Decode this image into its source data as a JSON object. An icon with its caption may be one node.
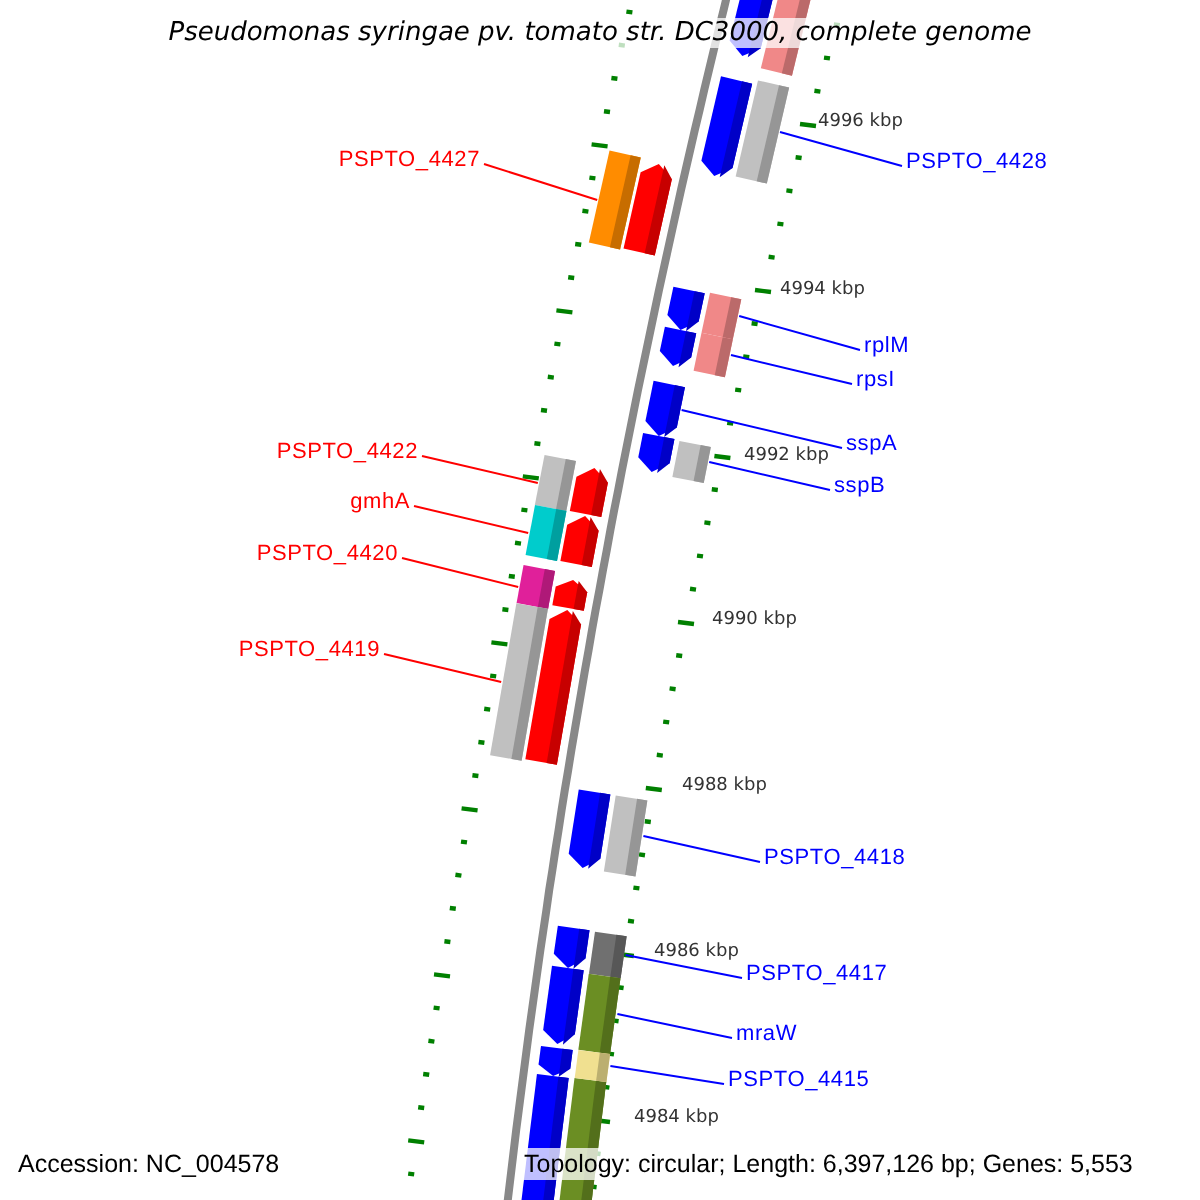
{
  "diagram": {
    "title": "Pseudomonas syringae pv. tomato str. DC3000, complete genome",
    "nodes": [
      {
        "text": [
          "PSPTO_4427"
        ]
      },
      {
        "text": [],
        "shape": "box"
      },
      {
        "text": [
          "PSPTO_4428"
        ]
      },
      {
        "text": [],
        "shape": "box"
      },
      {
        "text": [
          "rplM"
        ]
      },
      {
        "text": [],
        "shape": "box"
      },
      {
        "text": [
          "rpsI"
        ]
      },
      {
        "text": [],
        "shape": "box"
      },
      {
        "text": [
          "sspA"
        ]
      },
      {
        "text": [],
        "shape": "arrow"
      },
      {
        "text": [
          "sspB"
        ]
      },
      {
        "text": [],
        "shape": "box"
      },
      {
        "text": [
          "PSPTO_4422"
        ]
      },
      {
        "text": [],
        "shape": "box"
      },
      {
        "text": [
          "gmhA"
        ]
      },
      {
        "text": [],
        "shape": "box"
      },
      {
        "text": [
          "PSPTO_4420"
        ]
      },
      {
        "text": [],
        "shape": "box"
      },
      {
        "text": [
          "PSPTO_4419"
        ]
      },
      {
        "text": [],
        "shape": "box"
      },
      {
        "text": [
          "PSPTO_4418"
        ]
      },
      {
        "text": [],
        "shape": "box"
      },
      {
        "text": [
          "PSPTO_4417"
        ]
      },
      {
        "text": [],
        "shape": "box"
      },
      {
        "text": [
          "mraW"
        ]
      },
      {
        "text": [],
        "shape": "box"
      },
      {
        "text": [
          "PSPTO_4415"
        ]
      },
      {
        "text": [],
        "shape": "box"
      }
    ],
    "edges": [
      {
        "from": 0,
        "to": 1,
        "arrow": "none",
        "color": "#ff0000"
      },
      {
        "from": 2,
        "to": 3,
        "arrow": "none"
      },
      {
        "from": 4,
        "to": 5,
        "arrow": "none"
      },
      {
        "from": 6,
        "to": 7,
        "arrow": "none"
      },
      {
        "from": 8,
        "to": 9,
        "arrow": "none"
      },
      {
        "from": 10,
        "to": 11,
        "arrow": "none"
      },
      {
        "from": 12,
        "to": 13,
        "arrow": "none",
        "color": "#ff0000"
      },
      {
        "from": 14,
        "to": 15,
        "arrow": "none",
        "color": "#ff0000"
      },
      {
        "from": 16,
        "to": 17,
        "arrow": "none",
        "color": "#ff0000"
      },
      {
        "from": 18,
        "to": 19,
        "arrow": "none",
        "color": "#ff0000"
      },
      {
        "from": 20,
        "to": 21,
        "arrow": "none"
      },
      {
        "from": 22,
        "to": 23,
        "arrow": "none"
      },
      {
        "from": 24,
        "to": 25,
        "arrow": "none"
      },
      {
        "from": 26,
        "to": 27,
        "arrow": "none"
      }
    ],
    "labels": [
      "4996 kbp",
      "4994 kbp",
      "4992 kbp",
      "4990 kbp",
      "4988 kbp",
      "4986 kbp",
      "4984 kbp",
      "Accession: NC_004578",
      "Topology: circular; Length: 6,397,126 bp; Genes: 5,553"
    ]
  }
}
